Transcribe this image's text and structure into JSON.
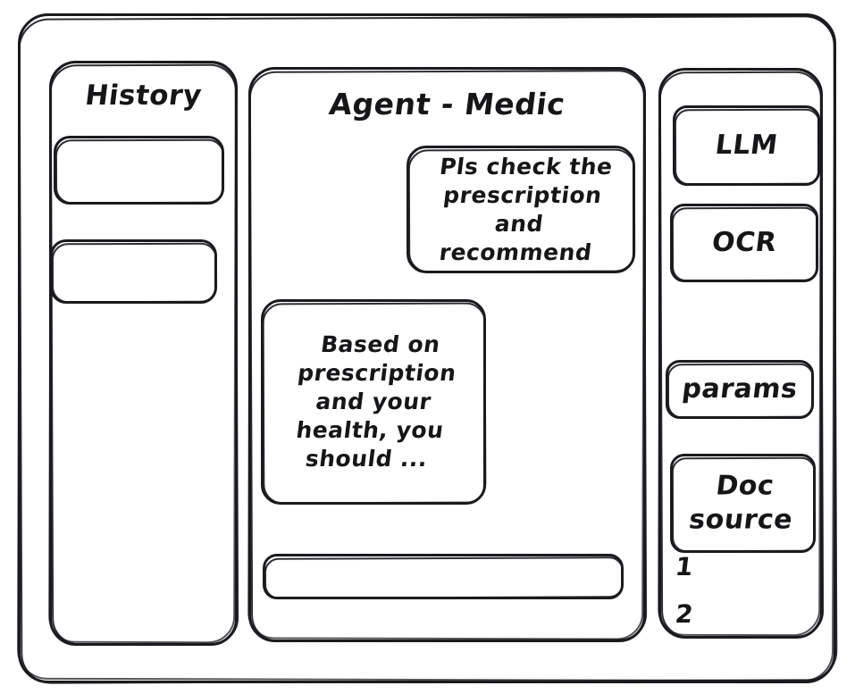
{
  "window": {
    "frame_label": "app-window"
  },
  "history": {
    "title": "History",
    "items": [
      {
        "label": ""
      },
      {
        "label": ""
      }
    ]
  },
  "agent": {
    "title": "Agent - Medic",
    "messages": [
      {
        "role": "user",
        "text": "Pls check the\nprescription\nand recommend"
      },
      {
        "role": "assistant",
        "text": "Based on\nprescription\nand your\nhealth, you\nshould ..."
      }
    ],
    "input": {
      "value": "",
      "placeholder": ""
    }
  },
  "tools": {
    "buttons": [
      {
        "id": "llm",
        "label": "LLM"
      },
      {
        "id": "ocr",
        "label": "OCR"
      },
      {
        "id": "params",
        "label": "params"
      },
      {
        "id": "doc_source",
        "label": "Doc\nsource"
      }
    ],
    "doc_sources": [
      {
        "label": "1"
      },
      {
        "label": "2"
      }
    ]
  },
  "style": {
    "ink": "#1b1b1f",
    "paper": "#ffffff"
  }
}
